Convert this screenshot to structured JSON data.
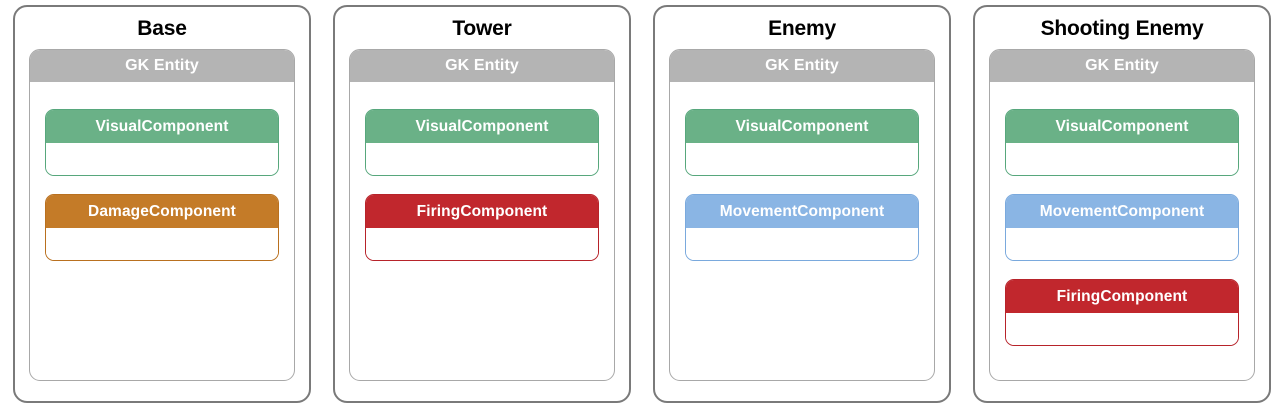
{
  "diagram": {
    "entity_header_label": "GK Entity",
    "palette": {
      "visual": {
        "fill": "#6ab187",
        "border": "#57a77c"
      },
      "damage": {
        "fill": "#c47b28",
        "border": "#b9701f"
      },
      "firing": {
        "fill": "#c1272d",
        "border": "#b7232a"
      },
      "movement": {
        "fill": "#8ab5e4",
        "border": "#7aa9dd"
      },
      "entity_header": "#b4b4b4",
      "card_border": "#7a7a7a",
      "inner_border": "#a8a8a8",
      "title_text": "#000000",
      "header_text": "#ffffff",
      "background": "#ffffff"
    },
    "cards": [
      {
        "title": "Base",
        "header": "GK Entity",
        "components": [
          {
            "label": "VisualComponent",
            "kind": "visual"
          },
          {
            "label": "DamageComponent",
            "kind": "damage"
          }
        ]
      },
      {
        "title": "Tower",
        "header": "GK Entity",
        "components": [
          {
            "label": "VisualComponent",
            "kind": "visual"
          },
          {
            "label": "FiringComponent",
            "kind": "firing"
          }
        ]
      },
      {
        "title": "Enemy",
        "header": "GK Entity",
        "components": [
          {
            "label": "VisualComponent",
            "kind": "visual"
          },
          {
            "label": "MovementComponent",
            "kind": "movement"
          }
        ]
      },
      {
        "title": "Shooting Enemy",
        "header": "GK Entity",
        "components": [
          {
            "label": "VisualComponent",
            "kind": "visual"
          },
          {
            "label": "MovementComponent",
            "kind": "movement"
          },
          {
            "label": "FiringComponent",
            "kind": "firing"
          }
        ]
      }
    ]
  }
}
